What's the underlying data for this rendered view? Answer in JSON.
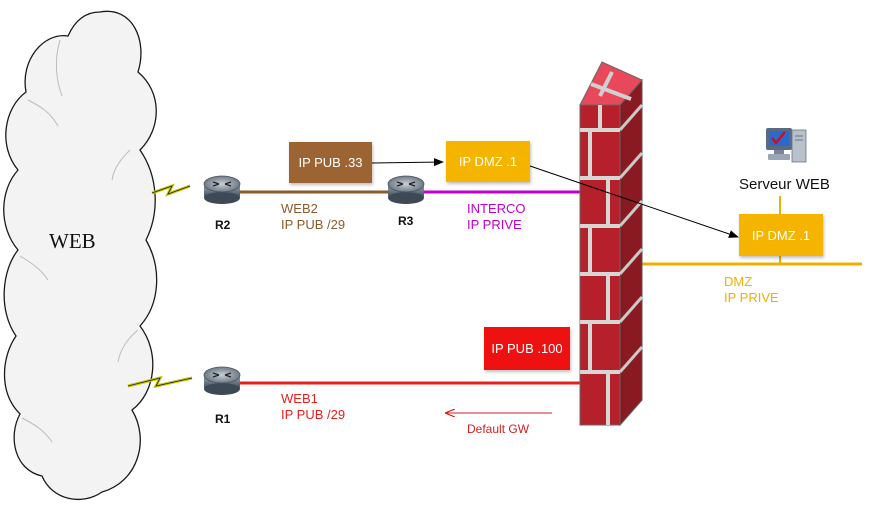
{
  "cloud": {
    "label": "WEB"
  },
  "routers": {
    "r1": {
      "name": "R1"
    },
    "r2": {
      "name": "R2"
    },
    "r3": {
      "name": "R3"
    }
  },
  "links": {
    "web2": {
      "line1": "WEB2",
      "line2": "IP PUB /29",
      "color": "#8B5A2B"
    },
    "web1": {
      "line1": "WEB1",
      "line2": "IP PUB /29",
      "color": "#E51E1E"
    },
    "interco": {
      "line1": "INTERCO",
      "line2": "IP PRIVE",
      "color": "#C000D0"
    },
    "dmz": {
      "line1": "DMZ",
      "line2": "IP PRIVE",
      "color": "#F0B000"
    }
  },
  "boxes": {
    "ip_pub_33": {
      "label": "IP PUB .33",
      "color": "#9C6432"
    },
    "ip_dmz_1_left": {
      "label": "IP DMZ .1",
      "color": "#F5B400"
    },
    "ip_dmz_1_right": {
      "label": "IP DMZ .1",
      "color": "#F5B400"
    },
    "ip_pub_100": {
      "label": "IP PUB .100",
      "color": "#EE1111"
    }
  },
  "server": {
    "label": "Serveur WEB"
  },
  "default_gw": {
    "label": "Default GW",
    "color": "#D02020"
  },
  "firewall": {
    "brick_color": "#B5202A",
    "mortar_color": "#D9D9D9"
  }
}
